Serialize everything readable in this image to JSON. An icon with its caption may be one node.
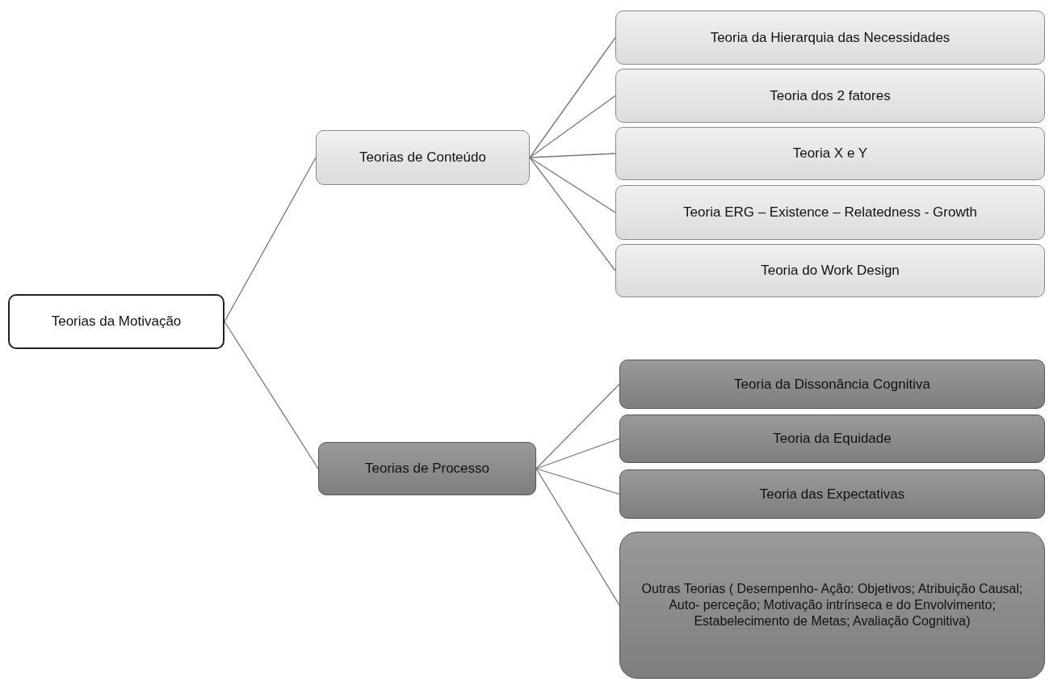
{
  "diagram": {
    "nodes": [
      {
        "text": [
          "Teorias da Motivação"
        ]
      },
      {
        "text": [
          "Teorias de Conteúdo"
        ]
      },
      {
        "text": [
          "Teorias de Processo"
        ]
      },
      {
        "text": [
          "Teoria da Hierarquia das Necessidades"
        ]
      },
      {
        "text": [
          "Teoria dos 2 fatores"
        ]
      },
      {
        "text": [
          "Teoria X e Y"
        ]
      },
      {
        "text": [
          "Teoria ERG – Existence – Relatedness - Growth"
        ]
      },
      {
        "text": [
          "Teoria do Work Design"
        ]
      },
      {
        "text": [
          "Teoria da Dissonância Cognitiva"
        ]
      },
      {
        "text": [
          "Teoria da Equidade"
        ]
      },
      {
        "text": [
          "Teoria das Expectativas"
        ]
      },
      {
        "text": [
          "Outras Teorias ( Desempenho- Ação: Objetivos; Atribuição Causal; Auto- perceção; Motivação intrínseca e do Envolvimento; Estabelecimento de Metas; Avaliação Cognitiva)"
        ]
      }
    ],
    "edges": [
      {
        "from": 0,
        "to": 1,
        "arrow": "none"
      },
      {
        "from": 0,
        "to": 2,
        "arrow": "none"
      },
      {
        "from": 1,
        "to": 3,
        "arrow": "none"
      },
      {
        "from": 1,
        "to": 4,
        "arrow": "none"
      },
      {
        "from": 1,
        "to": 5,
        "arrow": "none"
      },
      {
        "from": 1,
        "to": 6,
        "arrow": "none"
      },
      {
        "from": 1,
        "to": 7,
        "arrow": "none"
      },
      {
        "from": 2,
        "to": 8,
        "arrow": "none"
      },
      {
        "from": 2,
        "to": 9,
        "arrow": "none"
      },
      {
        "from": 2,
        "to": 10,
        "arrow": "none"
      },
      {
        "from": 2,
        "to": 11,
        "arrow": "none"
      }
    ]
  }
}
